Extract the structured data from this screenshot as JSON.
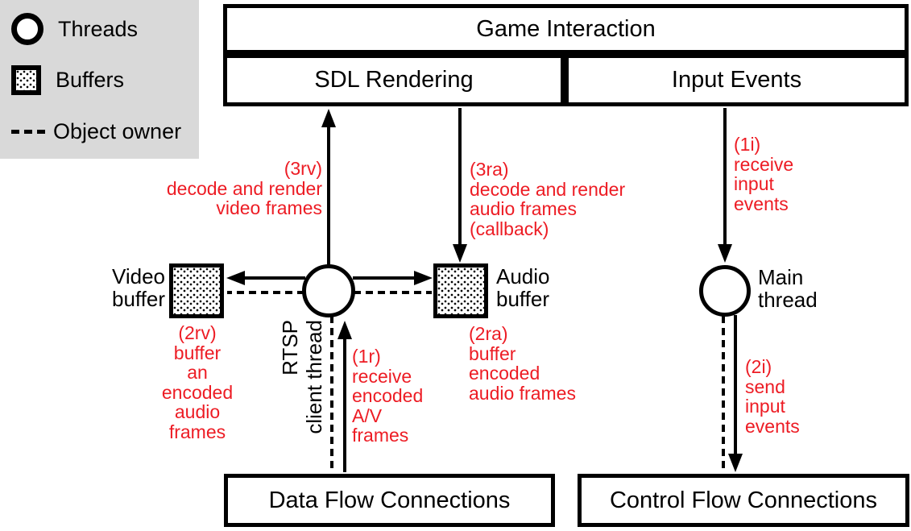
{
  "legend": {
    "threads_label": "Threads",
    "buffers_label": "Buffers",
    "object_owner_label": "Object owner"
  },
  "boxes": {
    "game_interaction": "Game Interaction",
    "sdl_rendering": "SDL Rendering",
    "input_events": "Input Events",
    "data_flow_connections": "Data Flow Connections",
    "control_flow_connections": "Control Flow Connections"
  },
  "nodes": {
    "video_buffer": "Video\nbuffer",
    "audio_buffer": "Audio\nbuffer",
    "rtsp_client_thread": "RTSP\nclient thread",
    "main_thread": "Main\nthread"
  },
  "edge_labels": {
    "e3rv": "(3rv)\ndecode and render\nvideo frames",
    "e3ra": "(3ra)\ndecode and render\naudio frames\n(callback)",
    "e1i": "(1i)\nreceive\ninput\nevents",
    "e2rv": "(2rv)\nbuffer\nan\nencoded\naudio\nframes",
    "e1r": "(1r)\nreceive\nencoded\nA/V\nframes",
    "e2ra": "(2ra)\nbuffer\nencoded\naudio frames",
    "e2i": "(2i)\nsend\ninput\nevents"
  },
  "colors": {
    "label_red": "#ed1c24",
    "legend_background": "#d9d9d9",
    "line_black": "#000000"
  }
}
